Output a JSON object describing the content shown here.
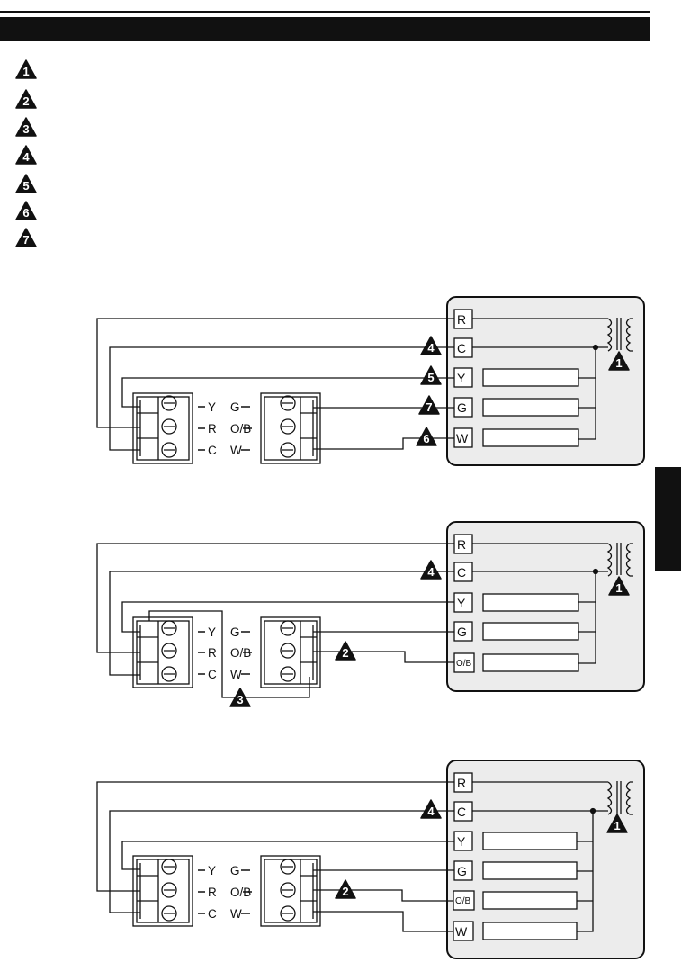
{
  "colors": {
    "ink": "#111111",
    "panel_fill": "#ececec",
    "paper": "#ffffff"
  },
  "legend": {
    "badges": [
      "1",
      "2",
      "3",
      "4",
      "5",
      "6",
      "7"
    ]
  },
  "module": {
    "left_labels": [
      "Y",
      "R",
      "C"
    ],
    "middle_labels": [
      "G",
      "O/B",
      "W"
    ]
  },
  "diagrams": [
    {
      "equipment_terminals": [
        "R",
        "C",
        "Y",
        "G",
        "W"
      ],
      "badges": {
        "c_wire": "4",
        "y_wire": "5",
        "g_wire": "7",
        "w_wire": "6",
        "transformer": "1"
      }
    },
    {
      "equipment_terminals": [
        "R",
        "C",
        "Y",
        "G",
        "O/B"
      ],
      "badges": {
        "c_wire": "4",
        "ob_wire": "2",
        "jumper": "3",
        "transformer": "1"
      }
    },
    {
      "equipment_terminals": [
        "R",
        "C",
        "Y",
        "G",
        "O/B",
        "W"
      ],
      "badges": {
        "c_wire": "4",
        "ob_wire": "2",
        "transformer": "1"
      }
    }
  ]
}
